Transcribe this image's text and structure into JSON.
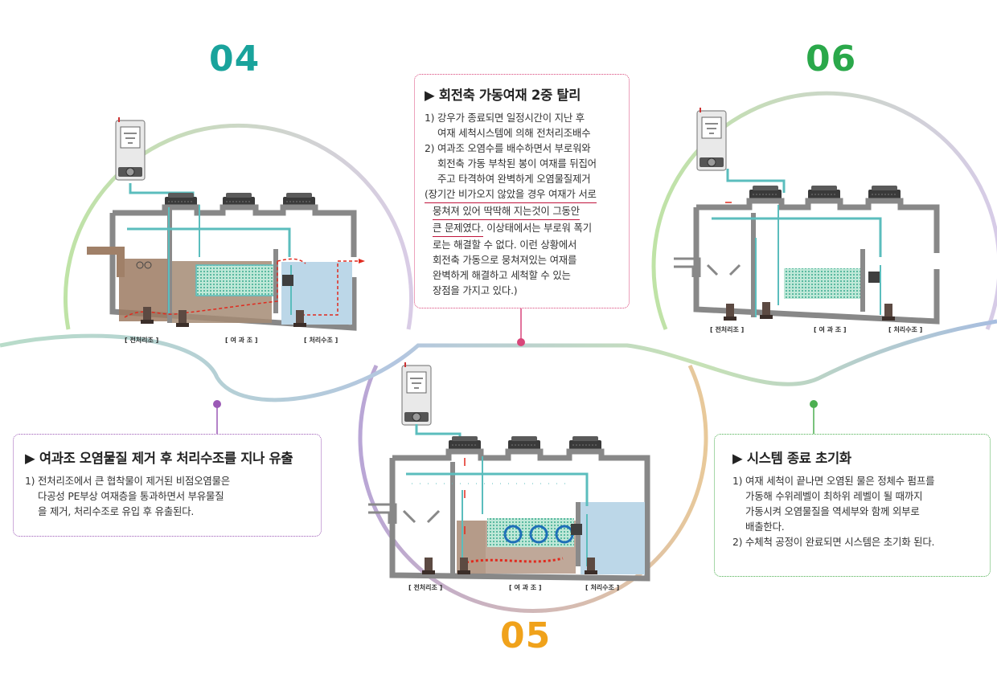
{
  "steps": {
    "s04": {
      "number": "04",
      "color": "#1aa39c"
    },
    "s05": {
      "number": "05",
      "color": "#f0a21b"
    },
    "s06": {
      "number": "06",
      "color": "#2aa84a"
    }
  },
  "tank_labels": {
    "pre": "[ 전처리조 ]",
    "filter": "[ 여 과 조 ]",
    "treated": "[ 처리수조 ]"
  },
  "box_top": {
    "title": "▶ 회전축 가동여재 2중 탈리",
    "lines": [
      "1) 강우가 종료되면 일정시간이 지난 후",
      "여재 세척시스템에 의해 전처리조배수",
      "2) 여과조 오염수를 배수하면서 부로워와",
      "회전축 가동 부착된 봉이 여재를 뒤집어",
      "주고 타격하여 완벽하게 오염물질제거",
      "(장기간 비가오지 않았을 경우 여재가 서로",
      "뭉쳐져 있어 딱딱해 지는것이 그동안",
      "큰 문제였다.",
      " 이상태에서는 부로워 폭기",
      "로는 해결할 수 없다. 이런 상황에서",
      "회전축 가동으로 뭉쳐져있는 여재를",
      "완벽하게 해결하고 세척할 수 있는",
      "장점을 가지고 있다.)"
    ]
  },
  "box_left": {
    "title": "▶ 여과조 오염물질 제거 후 처리수조를 지나 유출",
    "lines": [
      "1) 전처리조에서 큰 협착물이 제거된 비점오염물은",
      "다공성 PE부상 여재층을 통과하면서 부유물질",
      "을 제거, 처리수조로 유입 후 유출된다."
    ]
  },
  "box_right": {
    "title": "▶ 시스템 종료 초기화",
    "lines": [
      "1) 여재 세척이 끝나면 오염된 물은 정체수 펌프를",
      "가동해 수위레벨이 최하위 레벨이 될 때까지",
      "가동시켜 오염물질을 역세부와 함께 외부로",
      "배출한다.",
      "2) 수체척 공정이 완료되면 시스템은 초기화 된다."
    ]
  },
  "colors": {
    "teal": "#5bbdbd",
    "red_flow": "#e02a1e",
    "tank_gray": "#888888",
    "water_blue": "#bcd7e8",
    "sediment_brown": "#9c7a62",
    "pink_dot": "#d9467a",
    "purple_dot": "#9b59b6",
    "green_dot": "#4caf50"
  }
}
